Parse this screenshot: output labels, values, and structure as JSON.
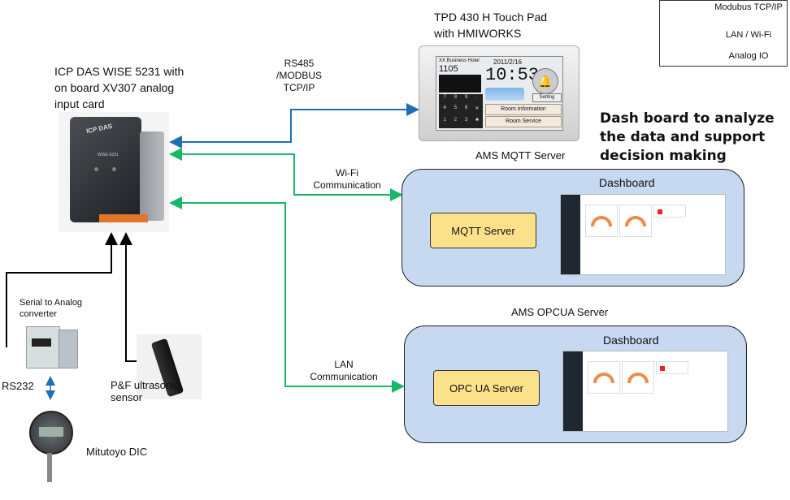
{
  "legend": {
    "items": [
      {
        "label": "Modubus TCP/IP",
        "color": "#1f6fb5"
      },
      {
        "label": "LAN / Wi-Fi",
        "color": "#18b86a"
      },
      {
        "label": "Analog  IO",
        "color": "#000000"
      }
    ]
  },
  "touch_pad": {
    "title_line1": "TPD 430 H Touch Pad",
    "title_line2": "with HMIWORKS",
    "screen": {
      "hotel": "XX Business Hotel",
      "room": "1105",
      "date": "2011/2/16",
      "time": "10:53",
      "setting": "Setting",
      "room_info": "Room Information",
      "room_service": "Room Service",
      "keys": [
        "7",
        "8",
        "9",
        "4",
        "5",
        "6",
        "1",
        "2",
        "3"
      ]
    }
  },
  "controller": {
    "title_line1": "ICP DAS WISE 5231 with",
    "title_line2": "on board XV307 analog",
    "title_line3": "input card",
    "brand": "ICP DAS",
    "model": "WISE-5231"
  },
  "links": {
    "rs485_line1": "RS485",
    "rs485_line2": "/MODBUS",
    "rs485_line3": "TCP/IP",
    "wifi_line1": "Wi-Fi",
    "wifi_line2": "Communication",
    "lan_line1": "LAN",
    "lan_line2": "Communication"
  },
  "headline": {
    "line1": "Dash board to analyze",
    "line2": "the data and support",
    "line3": "decision making"
  },
  "mqtt": {
    "server_label": "AMS MQTT Server",
    "dashboard": "Dashboard",
    "box": "MQTT Server"
  },
  "opcua": {
    "server_label": "AMS OPCUA Server",
    "dashboard": "Dashboard",
    "box": "OPC UA Server"
  },
  "converter": {
    "line1": "Serial to Analog",
    "line2": "converter"
  },
  "rs232": "RS232",
  "sensor": {
    "line1": "P&F ultrasonic",
    "line2": "sensor"
  },
  "dic": "Mitutoyo DIC"
}
